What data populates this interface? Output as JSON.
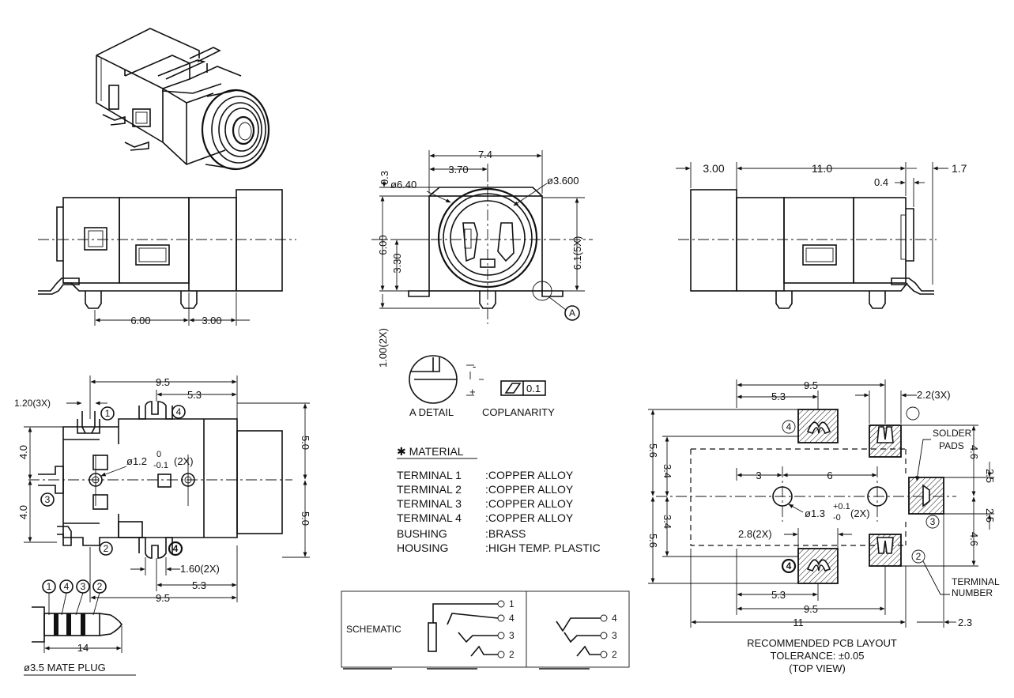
{
  "top_dims": {
    "mid_w_74": "7.4",
    "mid_w_370": "3.70",
    "mid_03": "0.3",
    "mid_phi640": "ø6.40",
    "mid_phi3600": "ø3.600",
    "mid_600": "6.00",
    "mid_330": "3.30",
    "mid_61": "6.1(5X)",
    "mid_100": "1.00(2X)",
    "detail_label": "A",
    "left_600": "6.00",
    "left_300": "3.00",
    "right_300": "3.00",
    "right_110": "11.0",
    "right_17": "1.7",
    "right_04": "0.4"
  },
  "detail": {
    "a_detail": "A DETAIL",
    "coplanarity": "COPLANARITY",
    "flatness": "0.1",
    "minus": "-",
    "plus": "+"
  },
  "bottom_view": {
    "d_95": "9.5",
    "d_53": "5.3",
    "d_120": "1.20(3X)",
    "d_40a": "4.0",
    "d_40b": "4.0",
    "d_50a": "5.0",
    "d_50b": "5.0",
    "d_hole": "ø1.2",
    "d_hole_tol_up": "0",
    "d_hole_tol_dn": "-0.1",
    "d_hole_qty": "(2X)",
    "d_160": "1.60(2X)",
    "d_53b": "5.3",
    "d_95b": "9.5",
    "n1": "1",
    "n2": "2",
    "n3": "3",
    "n4a": "4",
    "n4b": "4"
  },
  "plug": {
    "n1": "1",
    "n4": "4",
    "n3": "3",
    "n2": "2",
    "d_14": "14",
    "title": "ø3.5 MATE PLUG"
  },
  "material": {
    "title": "✱ MATERIAL",
    "rows": [
      {
        "part": "TERMINAL 1",
        "value": ":COPPER ALLOY"
      },
      {
        "part": "TERMINAL 2",
        "value": ":COPPER ALLOY"
      },
      {
        "part": "TERMINAL 3",
        "value": ":COPPER ALLOY"
      },
      {
        "part": "TERMINAL 4",
        "value": ":COPPER ALLOY"
      },
      {
        "part": "BUSHING",
        "value": ":BRASS"
      },
      {
        "part": "HOUSING",
        "value": ":HIGH TEMP. PLASTIC"
      }
    ]
  },
  "schematic": {
    "label": "SCHEMATIC",
    "p1": "1",
    "p4": "4",
    "p3": "3",
    "p2": "2",
    "q4": "4",
    "q3": "3",
    "q2": "2"
  },
  "pcb": {
    "d_95": "9.5",
    "d_53": "5.3",
    "d_22": "2.2(3X)",
    "d_56a": "5.6",
    "d_34a": "3.4",
    "d_56b": "5.6",
    "d_34b": "3.4",
    "d_3": "3",
    "d_6": "6",
    "d_hole": "ø1.3",
    "d_hole_up": "+0.1",
    "d_hole_dn": "-0",
    "d_hole_qty": "(2X)",
    "d_28": "2.8(2X)",
    "d_53b": "5.3",
    "d_95b": "9.5",
    "d_11": "11",
    "d_46a": "4.6",
    "d_25a": "2.5",
    "d_25b": "2.5",
    "d_46b": "4.6",
    "d_23": "2.3",
    "solder": "SOLDER",
    "pads": "PADS",
    "terminal": "TERMINAL",
    "number": "NUMBER",
    "n4a": "4",
    "n4b": "4",
    "n3": "3",
    "n2": "2",
    "cap1": "RECOMMENDED PCB LAYOUT",
    "cap2": "TOLERANCE: ±0.05",
    "cap3": "(TOP VIEW)"
  }
}
